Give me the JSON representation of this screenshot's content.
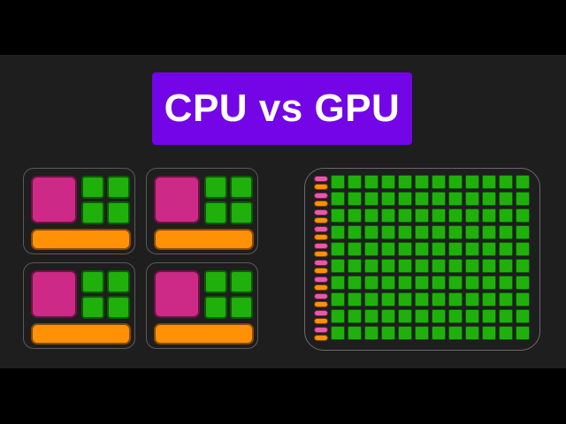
{
  "title": "CPU vs GPU",
  "colors": {
    "background": "#1e1e1e",
    "letterbox": "#000000",
    "title_bg": "#7305e6",
    "control": "#cc2a86",
    "alu": "#1fb00c",
    "cache": "#ff9106",
    "gpu_control": "#e85aa8"
  },
  "cpu": {
    "core_count": 4,
    "alus_per_core": 4,
    "layout": "2x2 grid of cores"
  },
  "gpu": {
    "rows": 10,
    "cols": 12,
    "control_cache_pairs": 10
  }
}
